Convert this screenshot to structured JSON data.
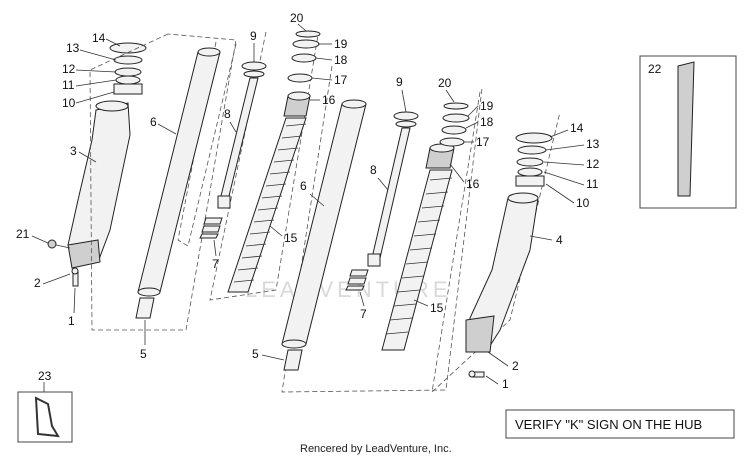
{
  "diagram": {
    "watermark": "LEADVENTURE",
    "footer": "Rencered by LeadVenture, Inc.",
    "note": "VERIFY \"K\" SIGN ON THE HUB",
    "callouts": {
      "left_14": "14",
      "left_13": "13",
      "left_12": "12",
      "left_11": "11",
      "left_10": "10",
      "left_3": "3",
      "left_21": "21",
      "left_2": "2",
      "left_1": "1",
      "left_6": "6",
      "left_5": "5",
      "left_9": "9",
      "left_8": "8",
      "left_7": "7",
      "left_20": "20",
      "left_19": "19",
      "left_18": "18",
      "left_17": "17",
      "left_16": "16",
      "left_15": "15",
      "right_9": "9",
      "right_8": "8",
      "right_7": "7",
      "right_6": "6",
      "right_5": "5",
      "right_20": "20",
      "right_19": "19",
      "right_18": "18",
      "right_17": "17",
      "right_16": "16",
      "right_15": "15",
      "right_14": "14",
      "right_13": "13",
      "right_12": "12",
      "right_11": "11",
      "right_10": "10",
      "right_4": "4",
      "right_2": "2",
      "right_1": "1",
      "box_22": "22",
      "box_23": "23"
    }
  }
}
